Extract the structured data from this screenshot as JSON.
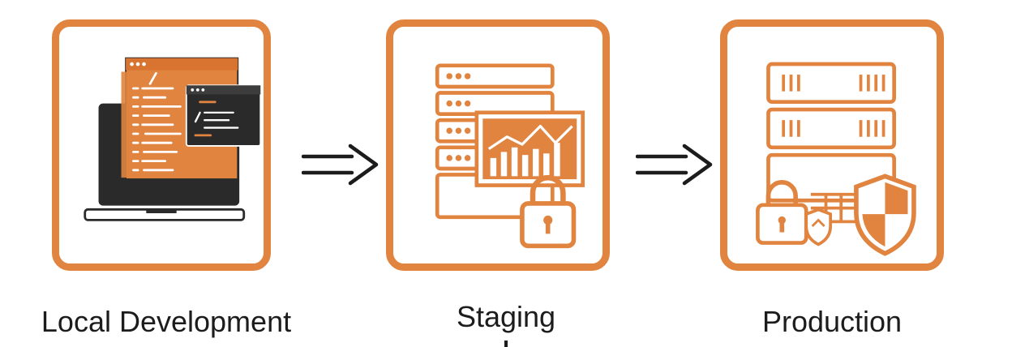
{
  "stages": [
    {
      "id": "local",
      "label": "Local Development"
    },
    {
      "id": "staging",
      "label": "Staging"
    },
    {
      "id": "production",
      "label": "Production"
    }
  ],
  "colors": {
    "accent": "#e08440",
    "dark": "#2a2a2a",
    "text": "#1c1c1c",
    "background": "#ffffff"
  },
  "icons": {
    "local": "laptop-code-icon",
    "staging": "server-chart-lock-icon",
    "production": "server-shield-lock-icon",
    "arrow": "double-arrow-right-icon"
  }
}
